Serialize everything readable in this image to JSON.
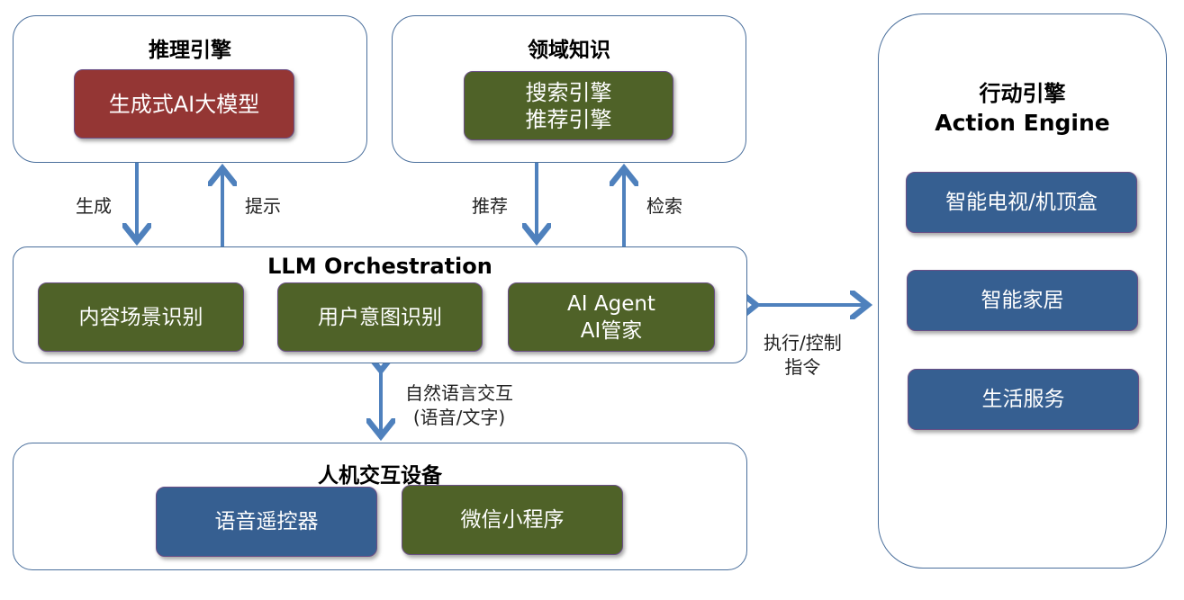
{
  "colors": {
    "group_border": "#4a6f9c",
    "arrow": "#4f81bd",
    "red_node": "#943634",
    "green_node": "#4f6228",
    "blue_node": "#365f91"
  },
  "groups": {
    "reasoning": {
      "title": "推理引擎",
      "nodes": [
        "生成式AI大模型"
      ]
    },
    "domain": {
      "title": "领域知识",
      "nodes": [
        "搜索引擎",
        "推荐引擎"
      ]
    },
    "orchestration": {
      "title": "LLM Orchestration",
      "nodes": [
        "内容场景识别",
        "用户意图识别",
        "AI Agent",
        "AI管家"
      ]
    },
    "hci": {
      "title": "人机交互设备",
      "nodes": [
        "语音遥控器",
        "微信小程序"
      ]
    },
    "action": {
      "title_cn": "行动引擎",
      "title_en": "Action Engine",
      "nodes": [
        "智能电视/机顶盒",
        "智能家居",
        "生活服务"
      ]
    }
  },
  "edges": {
    "generate": "生成",
    "prompt": "提示",
    "recommend": "推荐",
    "retrieve": "检索",
    "nl_line1": "自然语言交互",
    "nl_line2": "(语音/文字)",
    "exec_line1": "执行/控制",
    "exec_line2": "指令"
  }
}
